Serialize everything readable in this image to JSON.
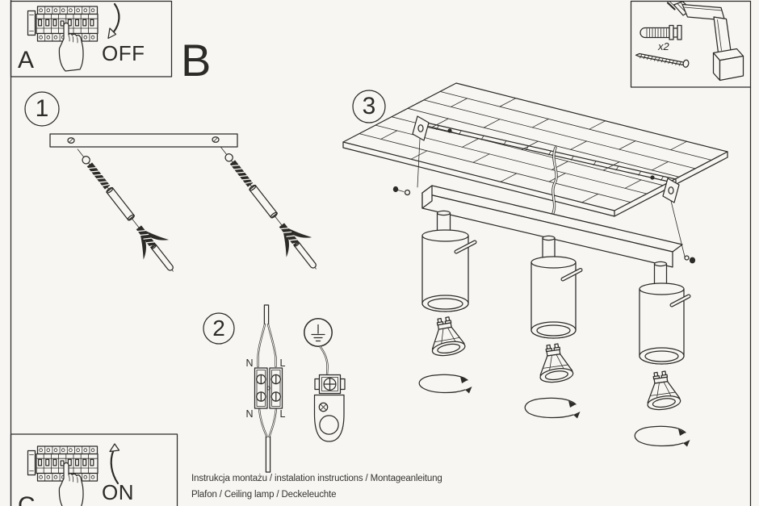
{
  "colors": {
    "background": "#f7f6f3",
    "ink": "#2d2b28"
  },
  "sections": {
    "power_off_box": {
      "letter": "A",
      "action": "OFF"
    },
    "main_section_letter": "B",
    "tools_box": {
      "screw_count": "x2"
    },
    "power_on_box": {
      "letter": "C",
      "action": "ON"
    }
  },
  "steps": {
    "one": "1",
    "two": "2",
    "three": "3"
  },
  "wiring_labels": {
    "neutral_top": "N",
    "live_top": "L",
    "neutral_bottom": "N",
    "live_bottom": "L"
  },
  "footer": {
    "title_line": "Instrukcja montażu / instalation instructions / Montageanleitung",
    "product_line": "Plafon / Ceiling lamp / Deckeleuchte"
  }
}
